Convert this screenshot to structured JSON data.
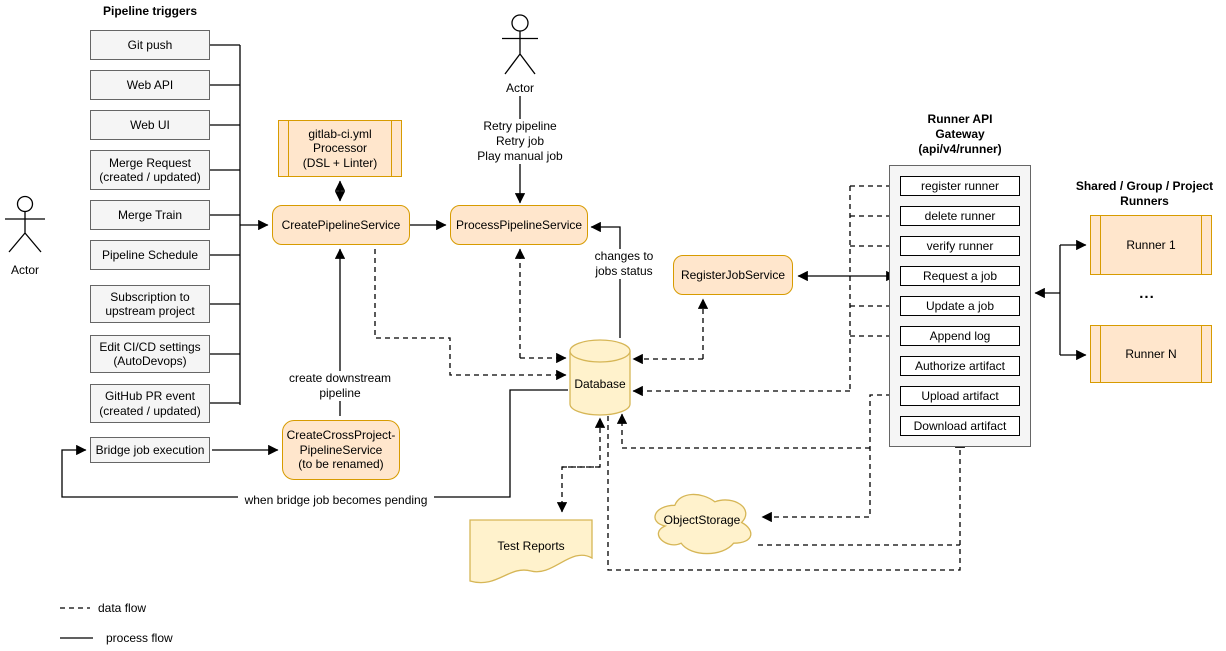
{
  "triggers": {
    "title": "Pipeline triggers",
    "items": [
      "Git push",
      "Web API",
      "Web UI",
      "Merge Request (created / updated)",
      "Merge Train",
      "Pipeline Schedule",
      "Subscription to upstream project",
      "Edit CI/CD settings (AutoDevops)",
      "GitHub PR event (created / updated)",
      "Bridge job execution"
    ]
  },
  "actors": {
    "left": "Actor",
    "top": "Actor"
  },
  "services": {
    "processor_lines": [
      "gitlab-ci.yml",
      "Processor",
      "(DSL + Linter)"
    ],
    "create_pipeline": "CreatePipelineService",
    "process_pipeline": "ProcessPipelineService",
    "create_cross_project_lines": [
      "CreateCrossProject-",
      "PipelineService",
      "(to be renamed)"
    ],
    "register_job": "RegisterJobService"
  },
  "storage": {
    "database": "Database",
    "object_storage": "ObjectStorage",
    "test_reports": "Test Reports"
  },
  "gateway": {
    "title_lines": [
      "Runner API",
      "Gateway",
      "(api/v4/runner)"
    ],
    "endpoints": [
      "register runner",
      "delete runner",
      "verify runner",
      "Request a job",
      "Update a job",
      "Append log",
      "Authorize artifact",
      "Upload artifact",
      "Download artifact"
    ]
  },
  "runners": {
    "title_lines": [
      "Shared / Group / Project",
      "Runners"
    ],
    "items": [
      "Runner 1",
      "Runner N"
    ],
    "ellipsis": "..."
  },
  "annotations": {
    "retry_lines": [
      "Retry pipeline",
      "Retry job",
      "Play manual job"
    ],
    "create_downstream_lines": [
      "create downstream",
      "pipeline"
    ],
    "when_bridge": "when bridge job becomes pending",
    "changes_lines": [
      "changes to",
      "jobs status"
    ]
  },
  "legend": {
    "data_flow": "data flow",
    "process_flow": "process flow"
  },
  "colors": {
    "service_fill": "#FFE6CC",
    "service_stroke": "#D79B00",
    "storage_fill": "#FFF2CC",
    "storage_stroke": "#D6B656",
    "neutral_fill": "#F5F5F5",
    "neutral_stroke": "#666666",
    "line": "#000000"
  }
}
